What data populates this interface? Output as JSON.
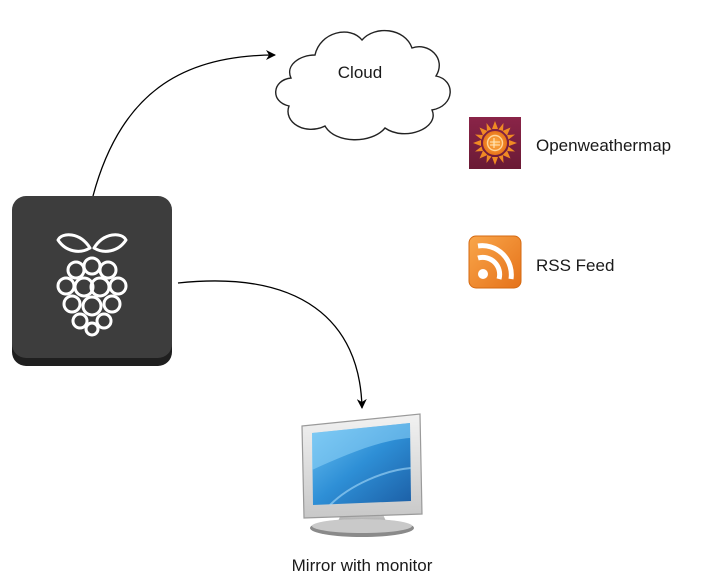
{
  "nodes": {
    "cloud": {
      "label": "Cloud"
    },
    "openweathermap": {
      "label": "Openweathermap",
      "icon": "sun-icon"
    },
    "rss_feed": {
      "label": "RSS Feed",
      "icon": "rss-icon"
    },
    "raspberry_pi": {
      "icon": "raspberry-pi-icon"
    },
    "mirror": {
      "label": "Mirror with monitor",
      "icon": "monitor-icon"
    }
  },
  "edges": [
    {
      "from": "raspberry_pi",
      "to": "cloud"
    },
    {
      "from": "raspberry_pi",
      "to": "mirror"
    }
  ],
  "colors": {
    "pi_tile": "#3d3d3d",
    "pi_tile_shadow": "#1f1f1f",
    "owm_bg": "#7a1f3d",
    "owm_sun": "#f08a24",
    "rss_orange": "#f28a1d",
    "monitor_screen": "#2f8fd8",
    "edge": "#000000"
  }
}
